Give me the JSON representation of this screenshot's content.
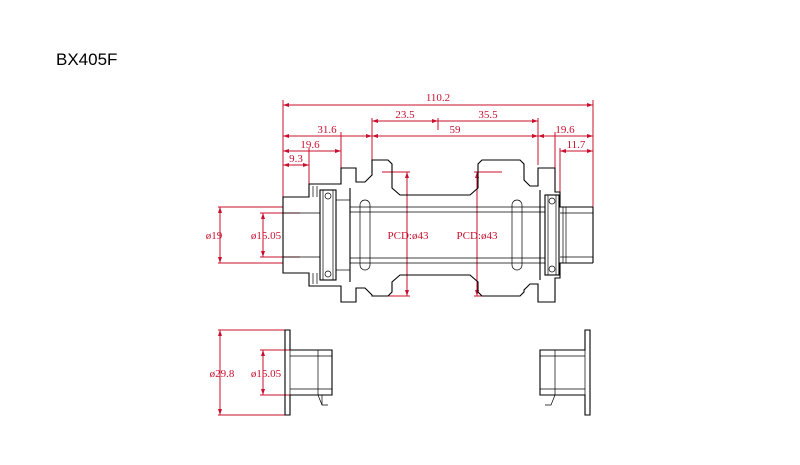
{
  "model": "BX405F",
  "dimensions": {
    "overall": "110.2",
    "flange_left": "23.5",
    "flange_right": "35.5",
    "left_outer": "31.6",
    "center": "59",
    "right_outer": "19.6",
    "left_bearing": "19.6",
    "left_endcap": "9.3",
    "right_endcap": "11.7",
    "axle_dia": "ø19",
    "bore_dia": "ø15.05",
    "pcd_left": "PCD:ø43",
    "pcd_right": "PCD:ø43",
    "adapter_dia": "ø29.8",
    "adapter_bore": "ø15.05"
  },
  "colors": {
    "dimension": "#c8102e",
    "outline": "#000000"
  }
}
